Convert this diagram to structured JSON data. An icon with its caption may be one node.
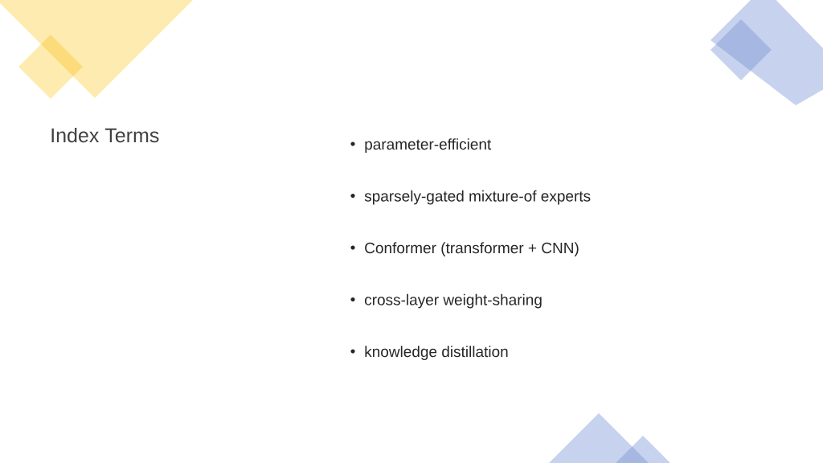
{
  "diagram": {
    "title": "Index Terms",
    "labels": [
      "parameter-efficient",
      "sparsely-gated mixture-of experts",
      "Conformer (transformer + CNN)",
      "cross-layer weight-sharing",
      "knowledge distillation"
    ]
  }
}
